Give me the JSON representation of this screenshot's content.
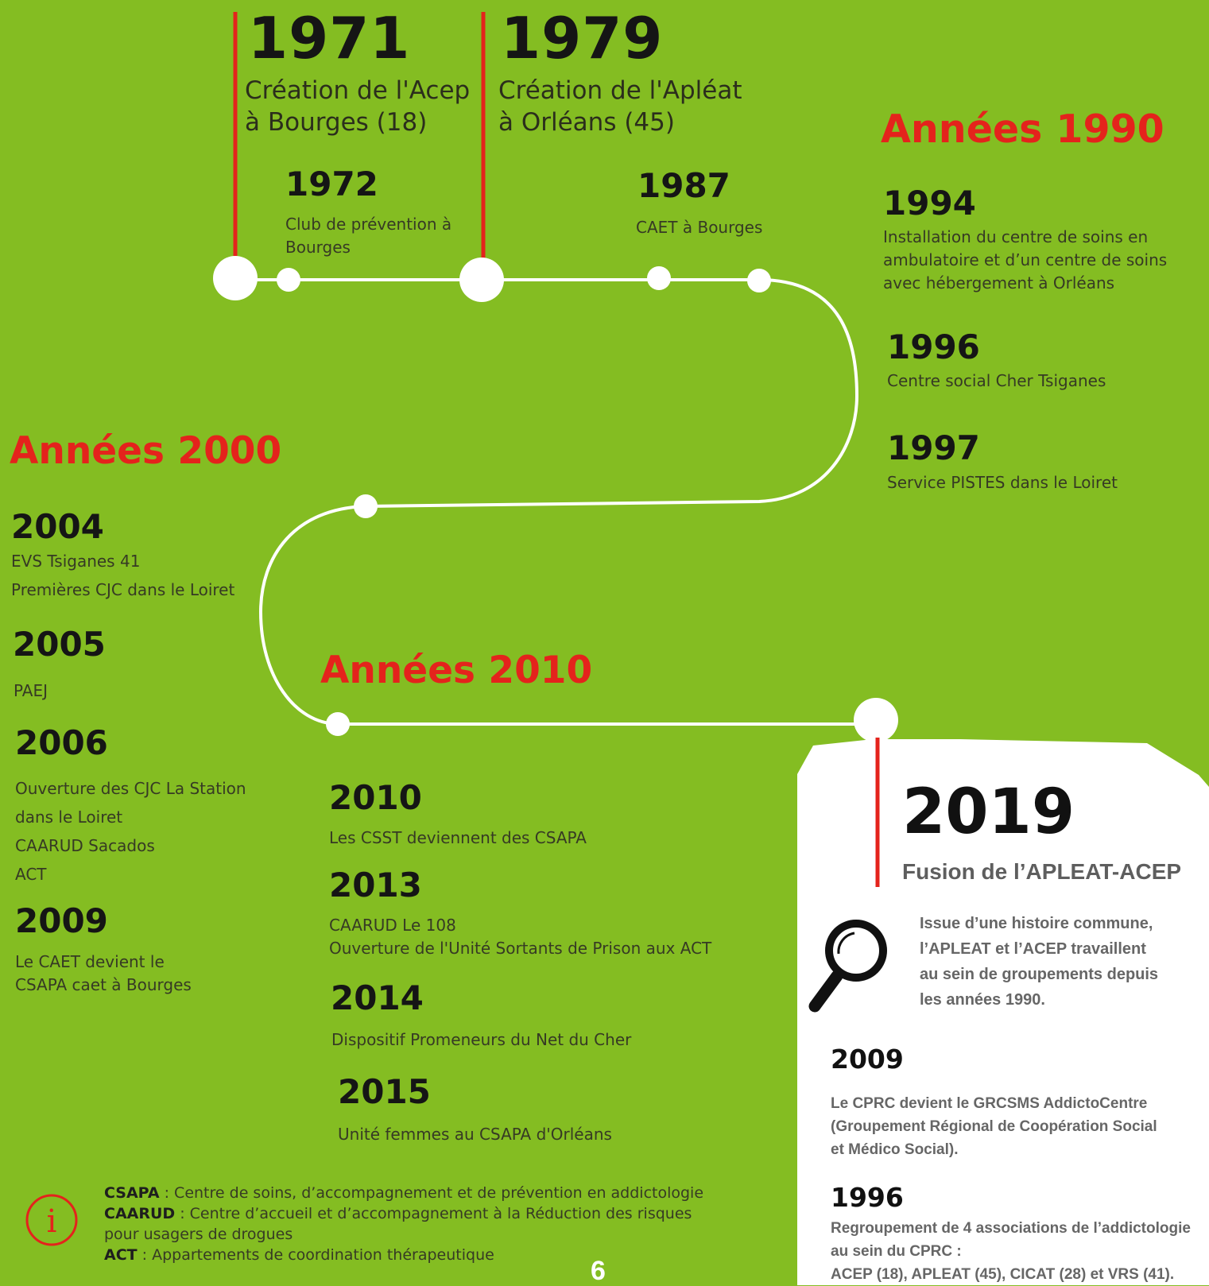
{
  "milestones": {
    "y1971": {
      "year": "1971",
      "line1": "Création de l'Acep",
      "line2": "à Bourges (18)"
    },
    "y1979": {
      "year": "1979",
      "line1": "Création de l'Apléat",
      "line2": "à Orléans (45)"
    },
    "y1972": {
      "year": "1972",
      "line1": "Club de prévention à",
      "line2": "Bourges"
    },
    "y1987": {
      "year": "1987",
      "line1": "CAET à Bourges"
    }
  },
  "decade_1990": {
    "title": "Années 1990",
    "y1994": {
      "year": "1994",
      "line1": "Installation du centre de soins en",
      "line2": "ambulatoire et d’un centre de soins",
      "line3": "avec hébergement à Orléans"
    },
    "y1996": {
      "year": "1996",
      "line1": "Centre social Cher Tsiganes"
    },
    "y1997": {
      "year": "1997",
      "line1": "Service PISTES dans le Loiret"
    }
  },
  "decade_2000": {
    "title": "Années 2000",
    "y2004": {
      "year": "2004",
      "line1": "EVS Tsiganes 41",
      "line2": "Premières CJC dans le Loiret"
    },
    "y2005": {
      "year": "2005",
      "line1": "PAEJ"
    },
    "y2006": {
      "year": "2006",
      "line1": "Ouverture des CJC La Station",
      "line2": "dans le Loiret",
      "line3": "CAARUD Sacados",
      "line4": "ACT"
    },
    "y2009": {
      "year": "2009",
      "line1": "Le CAET devient le",
      "line2": "CSAPA caet à Bourges"
    }
  },
  "decade_2010": {
    "title": "Années 2010",
    "y2010": {
      "year": "2010",
      "line1": "Les CSST deviennent des CSAPA"
    },
    "y2013": {
      "year": "2013",
      "line1": "CAARUD Le 108",
      "line2": "Ouverture de l'Unité Sortants de Prison aux ACT"
    },
    "y2014": {
      "year": "2014",
      "line1": "Dispositif Promeneurs du Net du Cher"
    },
    "y2015": {
      "year": "2015",
      "line1": "Unité femmes au CSAPA d'Orléans"
    }
  },
  "card": {
    "year": "2019",
    "subtitle": "Fusion de l’APLEAT-ACEP",
    "intro": [
      "Issue d’une histoire commune,",
      "l’APLEAT et l’ACEP travaillent",
      "au sein de groupements depuis",
      "les années 1990."
    ],
    "y2009": {
      "year": "2009",
      "lines": [
        "Le CPRC devient le GRCSMS AddictoCentre",
        "(Groupement Régional de Coopération Social",
        "et Médico Social)."
      ]
    },
    "y1996": {
      "year": "1996",
      "lines": [
        "Regroupement de 4 associations de l’addictologie",
        "au sein du CPRC :",
        "ACEP (18), APLEAT (45), CICAT (28) et VRS (41)."
      ]
    }
  },
  "glossary": [
    {
      "abbr": "CSAPA",
      "text": " : Centre de soins, d’accompagnement et de prévention en addictologie"
    },
    {
      "abbr": "CAARUD",
      "text": " : Centre d’accueil et d’accompagnement à la Réduction des risques"
    },
    {
      "abbr": "",
      "text": "pour usagers de drogues"
    },
    {
      "abbr": "ACT",
      "text": " : Appartements de coordination thérapeutique"
    }
  ],
  "page_number": "6",
  "colors": {
    "background": "#84bd22",
    "accent_red": "#e4231c",
    "timeline": "#ffffff"
  },
  "icons": [
    "magnifier-icon",
    "info-icon"
  ]
}
